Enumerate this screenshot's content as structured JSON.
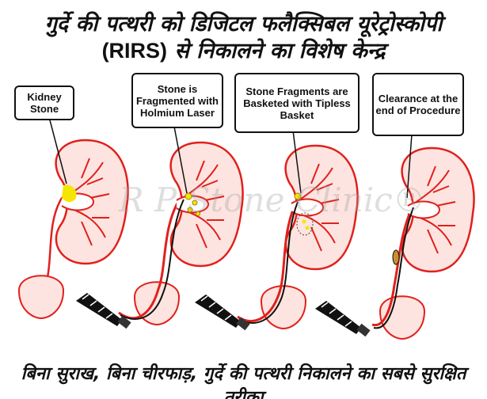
{
  "header": {
    "title_line1": "गुर्दे की पत्थरी को डिजिटल फलैक्सिबल यूरेट्रोस्कोपी",
    "title_rirs": "(RIRS)",
    "title_line2": "से निकालने का विशेष केन्द्र"
  },
  "steps": [
    {
      "label": "Kidney Stone"
    },
    {
      "label": "Stone is Fragmented with Holmium Laser"
    },
    {
      "label": "Stone Fragments are Basketed with Tipless Basket"
    },
    {
      "label": "Clearance at the end of Procedure"
    }
  ],
  "watermark": "R P Stone Clinic®",
  "footer": {
    "tagline": "बिना सुराख, बिना चीरफाड़, गुर्दे की पत्थरी निकालने का सबसे सुरक्षित तरीका"
  },
  "colors": {
    "outline": "#e0201c",
    "kidney_fill": "#fde4e0",
    "stone": "#f5e600",
    "scope": "#111111"
  }
}
